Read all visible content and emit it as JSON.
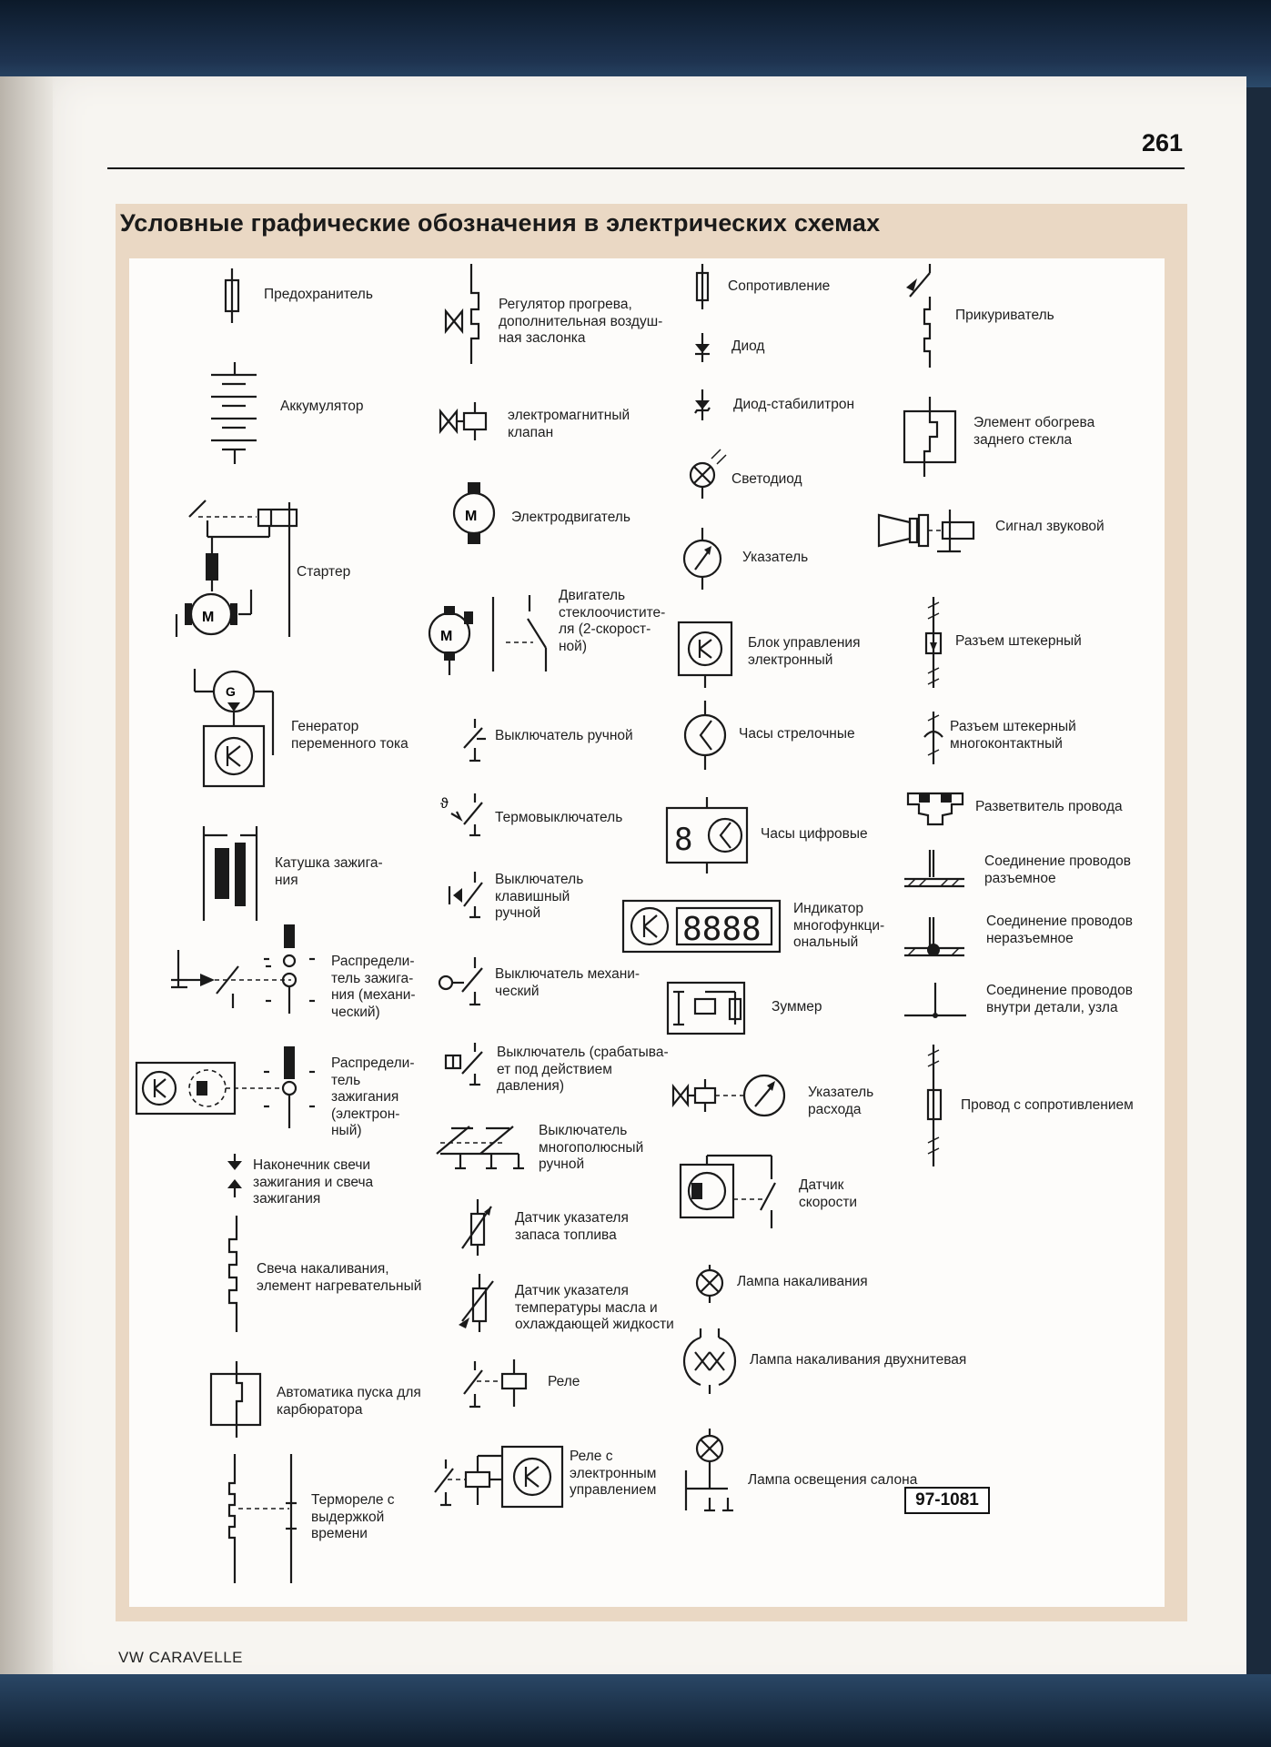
{
  "page_number": "261",
  "title": "Условные графические обозначения в электрических схемах",
  "footer": "VW CARAVELLE",
  "figure_code": "97-1081",
  "symbols": [
    {
      "label": "Предохранитель",
      "icon": "fuse-icon"
    },
    {
      "label": "Аккумулятор",
      "icon": "battery-icon"
    },
    {
      "label": "Стартер",
      "icon": "starter-icon"
    },
    {
      "label": "Генератор\nпеременного тока",
      "icon": "alternator-icon"
    },
    {
      "label": "Катушка зажига-\nния",
      "icon": "ignition-coil-icon"
    },
    {
      "label": "Распредели-\nтель зажига-\nния (механи-\nческий)",
      "icon": "mechanical-distributor-icon"
    },
    {
      "label": "Распредели-\nтель\nзажигания\n(электрон-\nный)",
      "icon": "electronic-distributor-icon"
    },
    {
      "label": "Наконечник свечи\nзажигания и свеча\nзажигания",
      "icon": "spark-plug-icon"
    },
    {
      "label": "Свеча накаливания,\nэлемент нагревательный",
      "icon": "glow-plug-icon"
    },
    {
      "label": "Автоматика пуска для\nкарбюратора",
      "icon": "choke-icon"
    },
    {
      "label": "Термореле с\nвыдержкой\nвремени",
      "icon": "time-delay-relay-icon"
    },
    {
      "label": "Регулятор прогрева,\nдополнительная воздуш-\nная заслонка",
      "icon": "warmup-regulator-icon"
    },
    {
      "label": "электромагнитный\nклапан",
      "icon": "solenoid-valve-icon"
    },
    {
      "label": "Электродвигатель",
      "icon": "motor-icon"
    },
    {
      "label": "Двигатель\nстеклоочистите-\nля (2-скорост-\nной)",
      "icon": "wiper-motor-icon"
    },
    {
      "label": "Выключатель ручной",
      "icon": "manual-switch-icon"
    },
    {
      "label": "Термовыключатель",
      "icon": "thermal-switch-icon"
    },
    {
      "label": "Выключатель\nклавишный\nручной",
      "icon": "push-button-switch-icon"
    },
    {
      "label": "Выключатель механи-\nческий",
      "icon": "mechanical-switch-icon"
    },
    {
      "label": "Выключатель (срабатыва-\nет под действием\nдавления)",
      "icon": "pressure-switch-icon"
    },
    {
      "label": "Выключатель\nмногополюсный\nручной",
      "icon": "multipole-switch-icon"
    },
    {
      "label": "Датчик указателя\nзапаса топлива",
      "icon": "fuel-sender-icon"
    },
    {
      "label": "Датчик указателя\nтемпературы масла и\nохлаждающей жидкости",
      "icon": "temperature-sender-icon"
    },
    {
      "label": "Реле",
      "icon": "relay-icon"
    },
    {
      "label": "Реле с\nэлектронным\nуправлением",
      "icon": "electronic-relay-icon"
    },
    {
      "label": "Сопротивление",
      "icon": "resistor-icon"
    },
    {
      "label": "Диод",
      "icon": "diode-icon"
    },
    {
      "label": "Диод-стабилитрон",
      "icon": "zener-diode-icon"
    },
    {
      "label": "Светодиод",
      "icon": "led-icon"
    },
    {
      "label": "Указатель",
      "icon": "gauge-icon"
    },
    {
      "label": "Блок управления\nэлектронный",
      "icon": "control-unit-icon"
    },
    {
      "label": "Часы стрелочные",
      "icon": "analog-clock-icon"
    },
    {
      "label": "Часы цифровые",
      "icon": "digital-clock-icon"
    },
    {
      "label": "Индикатор\nмногофункци-\nональный",
      "icon": "multifunction-display-icon"
    },
    {
      "label": "Зуммер",
      "icon": "buzzer-icon"
    },
    {
      "label": "Указатель\nрасхода",
      "icon": "consumption-gauge-icon"
    },
    {
      "label": "Датчик\nскорости",
      "icon": "speed-sensor-icon"
    },
    {
      "label": "Лампа накаливания",
      "icon": "bulb-icon"
    },
    {
      "label": "Лампа накаливания двухнитевая",
      "icon": "twin-filament-bulb-icon"
    },
    {
      "label": "Лампа освещения салона",
      "icon": "interior-light-icon"
    },
    {
      "label": "Прикуриватель",
      "icon": "cigarette-lighter-icon"
    },
    {
      "label": "Элемент обогрева\nзаднего стекла",
      "icon": "rear-window-heater-icon"
    },
    {
      "label": "Сигнал звуковой",
      "icon": "horn-icon"
    },
    {
      "label": "Разъем штекерный",
      "icon": "plug-connector-icon"
    },
    {
      "label": "Разъем штекерный\nмногоконтактный",
      "icon": "multi-pin-connector-icon"
    },
    {
      "label": "Разветвитель провода",
      "icon": "wire-junction-icon"
    },
    {
      "label": "Соединение проводов\nразъемное",
      "icon": "detachable-connection-icon"
    },
    {
      "label": "Соединение проводов\nнеразъемное",
      "icon": "permanent-connection-icon"
    },
    {
      "label": "Соединение проводов\nвнутри детали, узла",
      "icon": "internal-connection-icon"
    },
    {
      "label": "Провод с сопротивлением",
      "icon": "resistance-wire-icon"
    }
  ]
}
